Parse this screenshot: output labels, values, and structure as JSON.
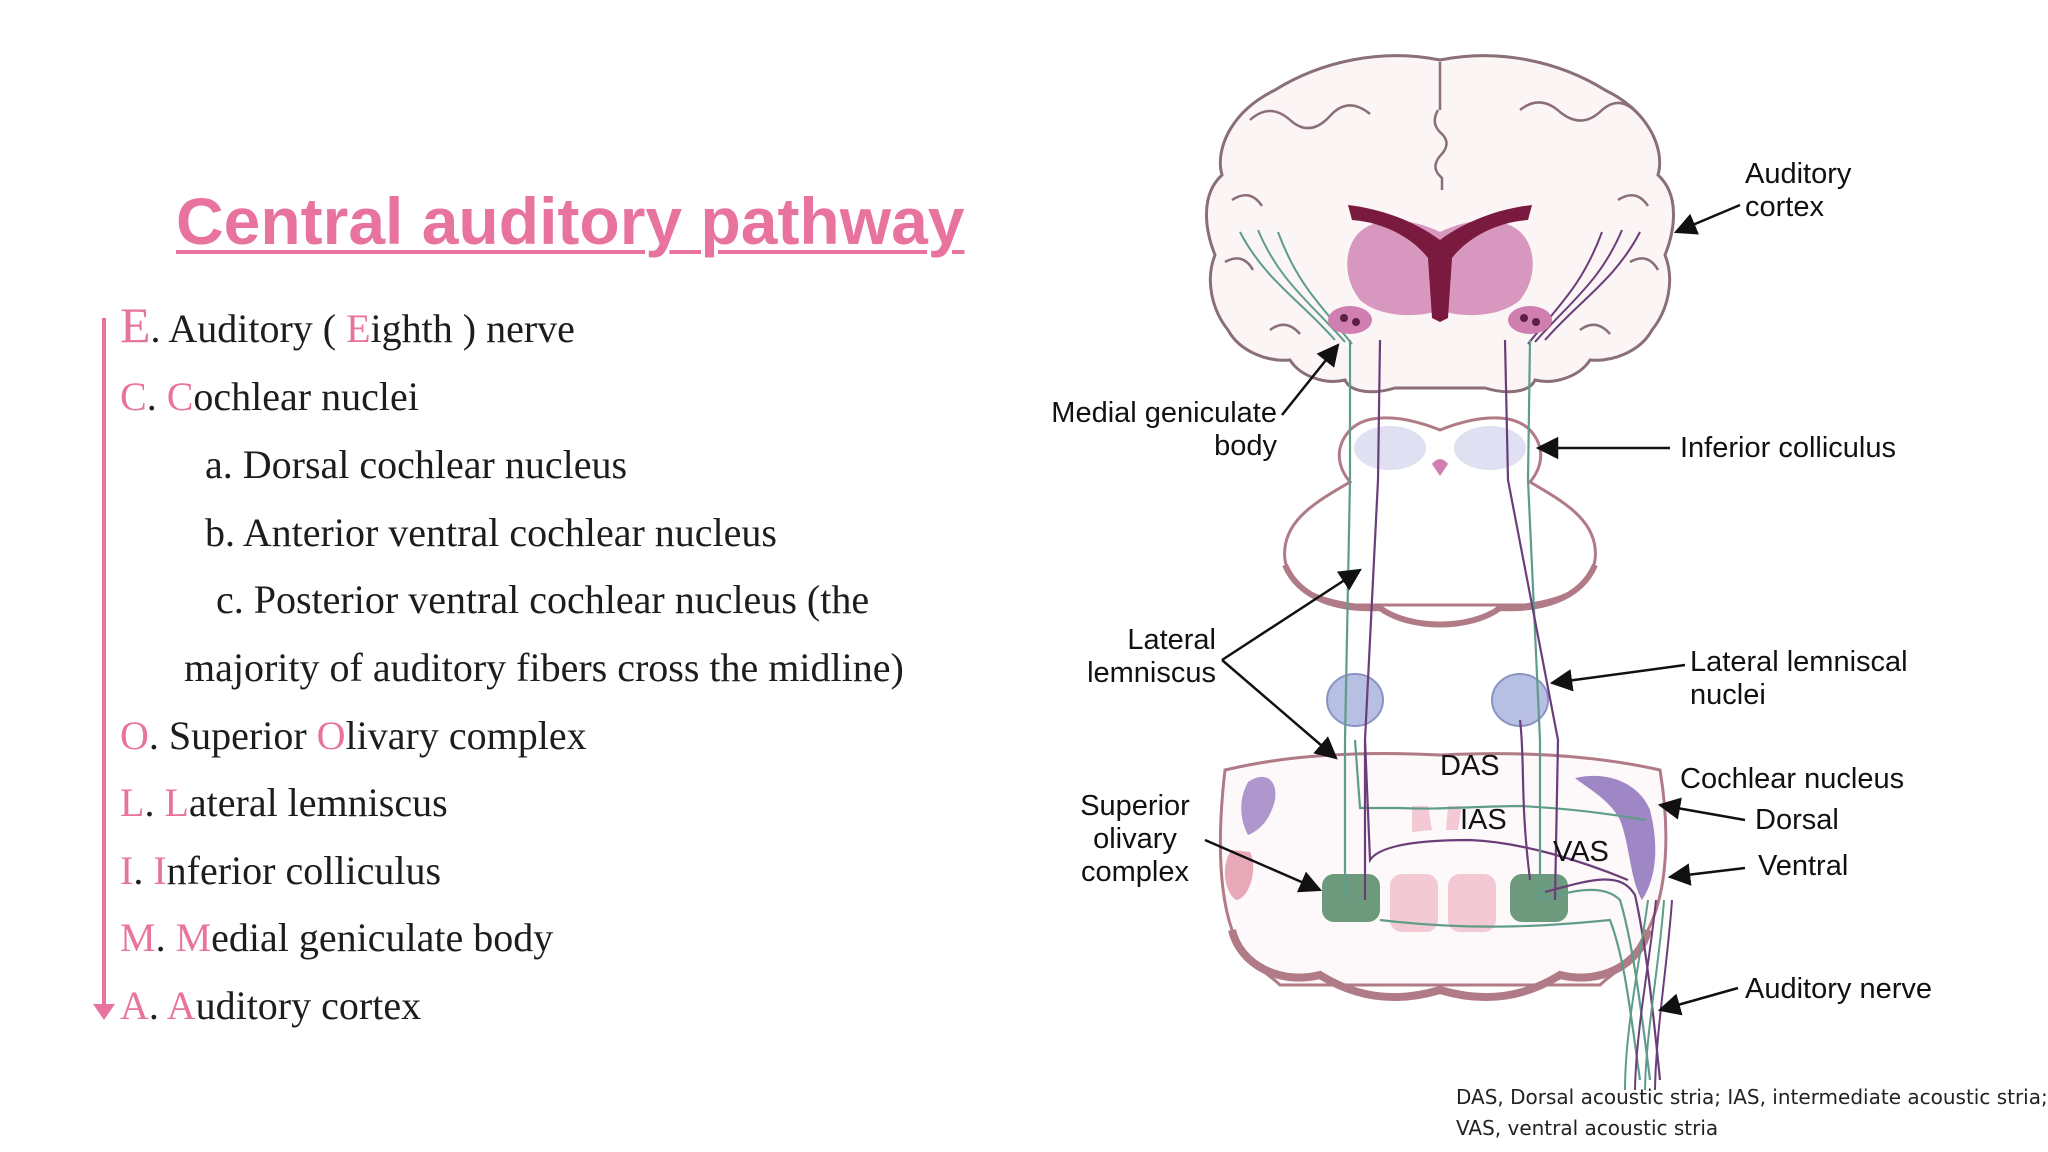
{
  "slide": {
    "title": "Central auditory pathway",
    "items": [
      {
        "mark": "E",
        "sep": ".  ",
        "pre": "Auditory  ( ",
        "hl": "E",
        "post": "ighth ) nerve"
      },
      {
        "mark": "C",
        "sep": ".  ",
        "pre": "",
        "hl": "C",
        "post": "ochlear nuclei"
      },
      {
        "text": "a.  Dorsal cochlear nucleus"
      },
      {
        "text": "b.  Anterior ventral cochlear nucleus"
      },
      {
        "text": "c.  Posterior ventral cochlear nucleus (the"
      },
      {
        "text": "majority of auditory fibers cross the midline)"
      },
      {
        "mark": "O",
        "sep": ".  ",
        "pre": "Superior ",
        "hl": "O",
        "post": "livary complex"
      },
      {
        "mark": "L",
        "sep": ".  ",
        "pre": "",
        "hl": "L",
        "post": "ateral lemniscus"
      },
      {
        "mark": "I",
        "sep": ".  ",
        "pre": "",
        "hl": "I",
        "post": "nferior colliculus"
      },
      {
        "mark": "M",
        "sep": ".  ",
        "pre": " ",
        "hl": "M",
        "post": "edial geniculate body"
      },
      {
        "mark": "A",
        "sep": ".  ",
        "pre": "",
        "hl": "A",
        "post": "uditory cortex"
      }
    ]
  },
  "diagram": {
    "labels": {
      "auditory_cortex": [
        "Auditory",
        "cortex"
      ],
      "medial_geniculate": [
        "Medial geniculate",
        "body"
      ],
      "inferior_colliculus": "Inferior colliculus",
      "lateral_lemniscus": [
        "Lateral",
        "lemniscus"
      ],
      "lateral_lemniscal_nuclei": [
        "Lateral lemniscal",
        "nuclei"
      ],
      "das": "DAS",
      "ias": "IAS",
      "vas": "VAS",
      "cochlear_nucleus": "Cochlear nucleus",
      "dorsal": "Dorsal",
      "ventral": "Ventral",
      "superior_olivary": [
        "Superior",
        "olivary",
        "complex"
      ],
      "auditory_nerve": "Auditory nerve"
    },
    "caption": [
      "DAS, Dorsal acoustic stria; IAS, intermediate acoustic stria;",
      " VAS, ventral acoustic stria"
    ]
  },
  "colors": {
    "accent": "#e8739e",
    "brain_outline": "#8a6f76",
    "brain_fill": "#fbf5f6",
    "thalamus": "#d07fb0",
    "ventricle": "#7a1a3f",
    "brainstem_fill": "#ffffff",
    "brainstem_edge": "#b07a86",
    "lemniscal_nuclei": "#b7bfe3",
    "olivary": "#6d9a7c",
    "cochlear_nucleus": "#9f86c4",
    "pathway_green": "#5f9c8a",
    "pathway_purple": "#6b3e7a"
  }
}
